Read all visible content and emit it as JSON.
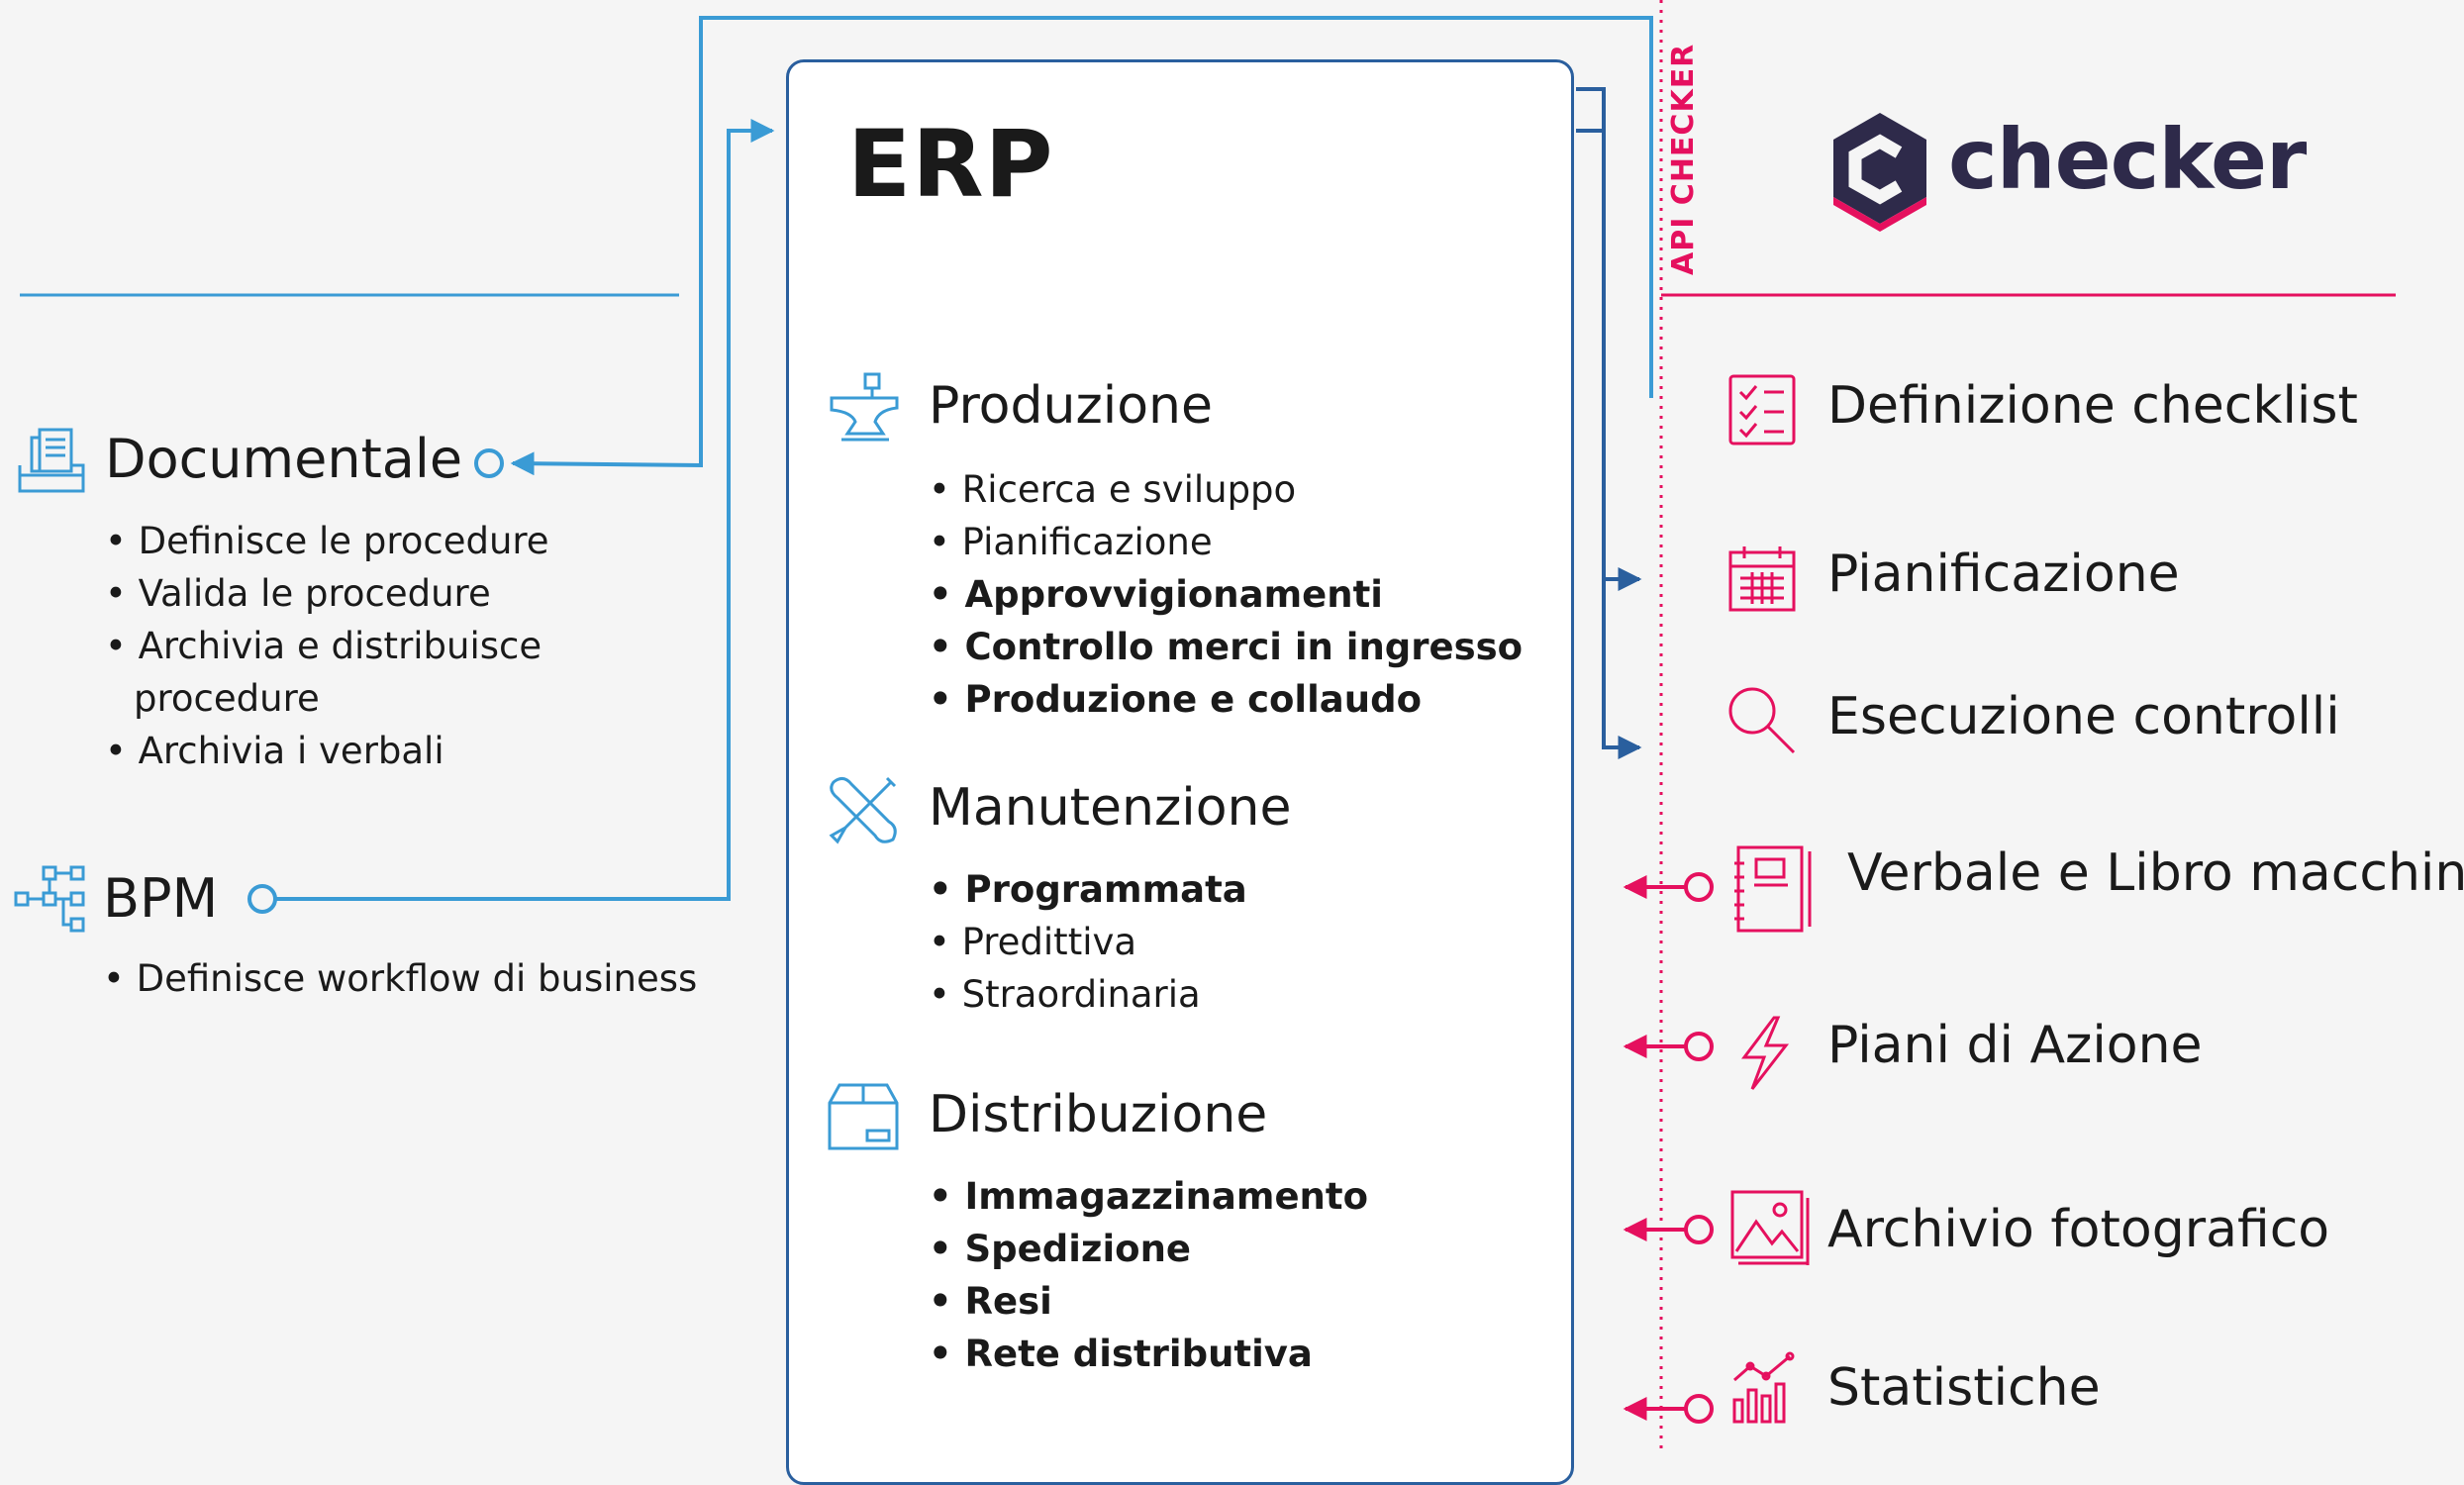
{
  "colors": {
    "blue": "#3a9bd5",
    "darkblue": "#2a5f9e",
    "pink": "#e5105e",
    "navy": "#2e2a4a",
    "text": "#1a1a1a"
  },
  "left": {
    "documentale": {
      "title": "Documentale",
      "icon": "document-stack-icon",
      "items": [
        "Definisce le procedure",
        "Valida le procedure",
        "Archivia e distribuisce procedure",
        "Archivia i verbali"
      ]
    },
    "bpm": {
      "title": "BPM",
      "icon": "workflow-tree-icon",
      "items": [
        "Definisce workflow di business"
      ]
    }
  },
  "erp": {
    "title": "ERP",
    "produzione": {
      "title": "Produzione",
      "icon": "anvil-icon",
      "items": [
        {
          "text": "Ricerca e sviluppo",
          "bold": false
        },
        {
          "text": "Pianificazione",
          "bold": false
        },
        {
          "text": "Approvvigionamenti",
          "bold": true
        },
        {
          "text": "Controllo merci in ingresso",
          "bold": true
        },
        {
          "text": "Produzione e collaudo",
          "bold": true
        }
      ]
    },
    "manutenzione": {
      "title": "Manutenzione",
      "icon": "tools-icon",
      "items": [
        {
          "text": "Programmata",
          "bold": true
        },
        {
          "text": "Predittiva",
          "bold": false
        },
        {
          "text": "Straordinaria",
          "bold": false
        }
      ]
    },
    "distribuzione": {
      "title": "Distribuzione",
      "icon": "box-icon",
      "items": [
        {
          "text": "Immagazzinamento",
          "bold": true
        },
        {
          "text": "Spedizione",
          "bold": true
        },
        {
          "text": "Resi",
          "bold": true
        },
        {
          "text": "Rete distributiva",
          "bold": true
        }
      ]
    }
  },
  "api_label": "API CHECKER",
  "checker": {
    "logo_text": "checker",
    "logo_icon": "checker-hexagon-logo",
    "items": [
      {
        "label": "Definizione checklist",
        "icon": "checklist-icon"
      },
      {
        "label": "Pianificazione",
        "icon": "calendar-icon"
      },
      {
        "label": "Esecuzione controlli",
        "icon": "magnifier-icon"
      },
      {
        "label": "Verbale e Libro macchina",
        "icon": "notebook-icon"
      },
      {
        "label": "Piani di Azione",
        "icon": "lightning-icon"
      },
      {
        "label": "Archivio fotografico",
        "icon": "photo-gallery-icon"
      },
      {
        "label": "Statistiche",
        "icon": "bar-chart-icon"
      }
    ]
  }
}
